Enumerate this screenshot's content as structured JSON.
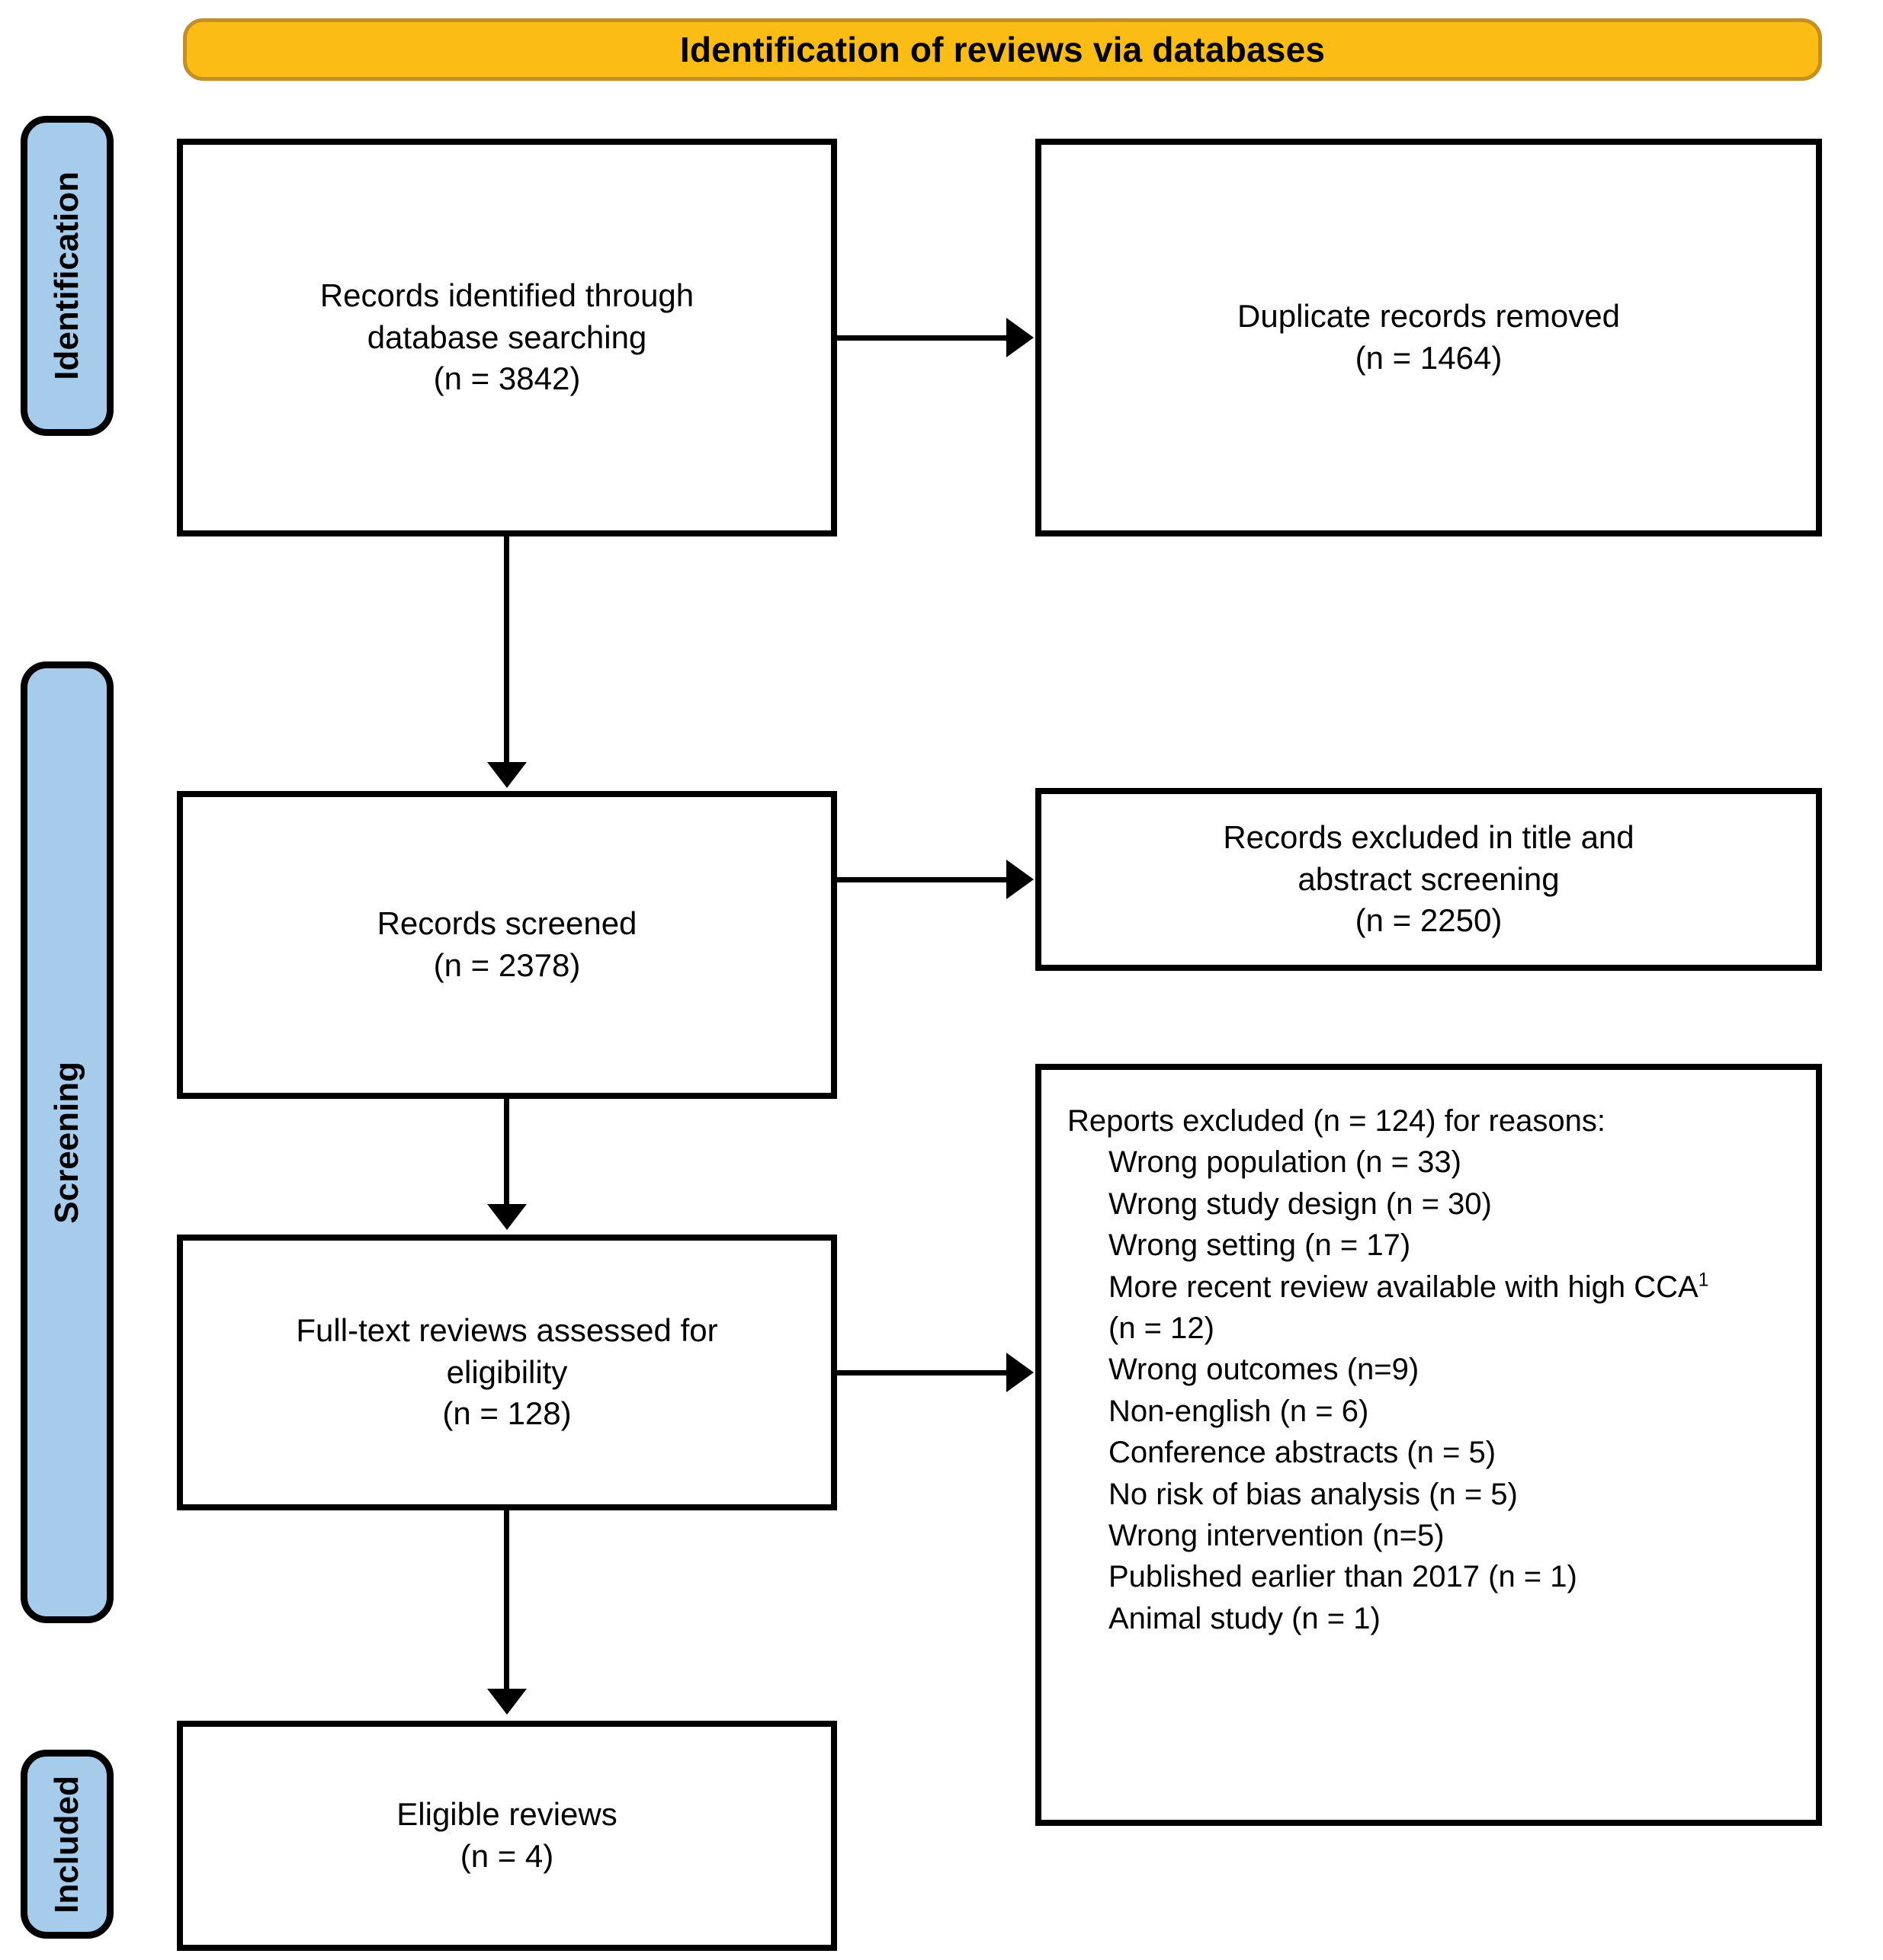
{
  "header": {
    "title": "Identification of reviews via databases"
  },
  "stages": [
    {
      "key": "identification",
      "label": "Identification"
    },
    {
      "key": "screening",
      "label": "Screening"
    },
    {
      "key": "included",
      "label": "Included"
    }
  ],
  "boxes": {
    "identified": {
      "line1": "Records identified through",
      "line2": "database searching",
      "line3": "(n = 3842)"
    },
    "duplicates": {
      "line1": "Duplicate records removed",
      "line2": "(n = 1464)"
    },
    "screened": {
      "line1": "Records screened",
      "line2": "(n = 2378)"
    },
    "excluded_screening": {
      "line1": "Records excluded in title and",
      "line2": "abstract screening",
      "line3": "(n = 2250)"
    },
    "fulltext": {
      "line1": "Full-text reviews assessed for",
      "line2": "eligibility",
      "line3": "(n = 128)"
    },
    "eligible": {
      "line1": "Eligible reviews",
      "line2": "(n = 4)"
    }
  },
  "reasons": {
    "heading": "Reports excluded (n = 124) for reasons:",
    "items": [
      "Wrong population (n = 33)",
      "Wrong study design (n = 30)",
      "Wrong setting (n = 17)",
      "More recent review available with high CCA",
      "(n = 12)",
      "Wrong outcomes (n=9)",
      "Non-english (n = 6)",
      "Conference abstracts (n = 5)",
      "No risk of bias analysis (n = 5)",
      "Wrong intervention (n=5)",
      "Published earlier than 2017 (n = 1)",
      "Animal study (n = 1)"
    ],
    "footnote_marker": "1"
  },
  "colors": {
    "header_fill": "#FBBC15",
    "header_border": "#C48F24",
    "stage_fill": "#A7CBEA",
    "stage_border": "#000000",
    "box_border": "#000000",
    "text": "#000000",
    "background": "#FFFFFF"
  },
  "chart_data": {
    "type": "diagram",
    "title": "Identification of reviews via databases",
    "nodes": [
      {
        "id": "identified",
        "stage": "Identification",
        "label": "Records identified through database searching",
        "n": 3842
      },
      {
        "id": "duplicates",
        "stage": "Identification",
        "label": "Duplicate records removed",
        "n": 1464
      },
      {
        "id": "screened",
        "stage": "Screening",
        "label": "Records screened",
        "n": 2378
      },
      {
        "id": "excluded_screening",
        "stage": "Screening",
        "label": "Records excluded in title and abstract screening",
        "n": 2250
      },
      {
        "id": "fulltext",
        "stage": "Screening",
        "label": "Full-text reviews assessed for eligibility",
        "n": 128
      },
      {
        "id": "reasons",
        "stage": "Screening",
        "label": "Reports excluded for reasons",
        "n": 124
      },
      {
        "id": "eligible",
        "stage": "Included",
        "label": "Eligible reviews",
        "n": 4
      }
    ],
    "edges": [
      {
        "from": "identified",
        "to": "duplicates",
        "direction": "right"
      },
      {
        "from": "identified",
        "to": "screened",
        "direction": "down"
      },
      {
        "from": "screened",
        "to": "excluded_screening",
        "direction": "right"
      },
      {
        "from": "screened",
        "to": "fulltext",
        "direction": "down"
      },
      {
        "from": "fulltext",
        "to": "reasons",
        "direction": "right"
      },
      {
        "from": "fulltext",
        "to": "eligible",
        "direction": "down"
      }
    ],
    "exclusion_reasons": [
      {
        "reason": "Wrong population",
        "n": 33
      },
      {
        "reason": "Wrong study design",
        "n": 30
      },
      {
        "reason": "Wrong setting",
        "n": 17
      },
      {
        "reason": "More recent review available with high CCA",
        "n": 12
      },
      {
        "reason": "Wrong outcomes",
        "n": 9
      },
      {
        "reason": "Non-english",
        "n": 6
      },
      {
        "reason": "Conference abstracts",
        "n": 5
      },
      {
        "reason": "No risk of bias analysis",
        "n": 5
      },
      {
        "reason": "Wrong intervention",
        "n": 5
      },
      {
        "reason": "Published earlier than 2017",
        "n": 1
      },
      {
        "reason": "Animal study",
        "n": 1
      }
    ]
  }
}
